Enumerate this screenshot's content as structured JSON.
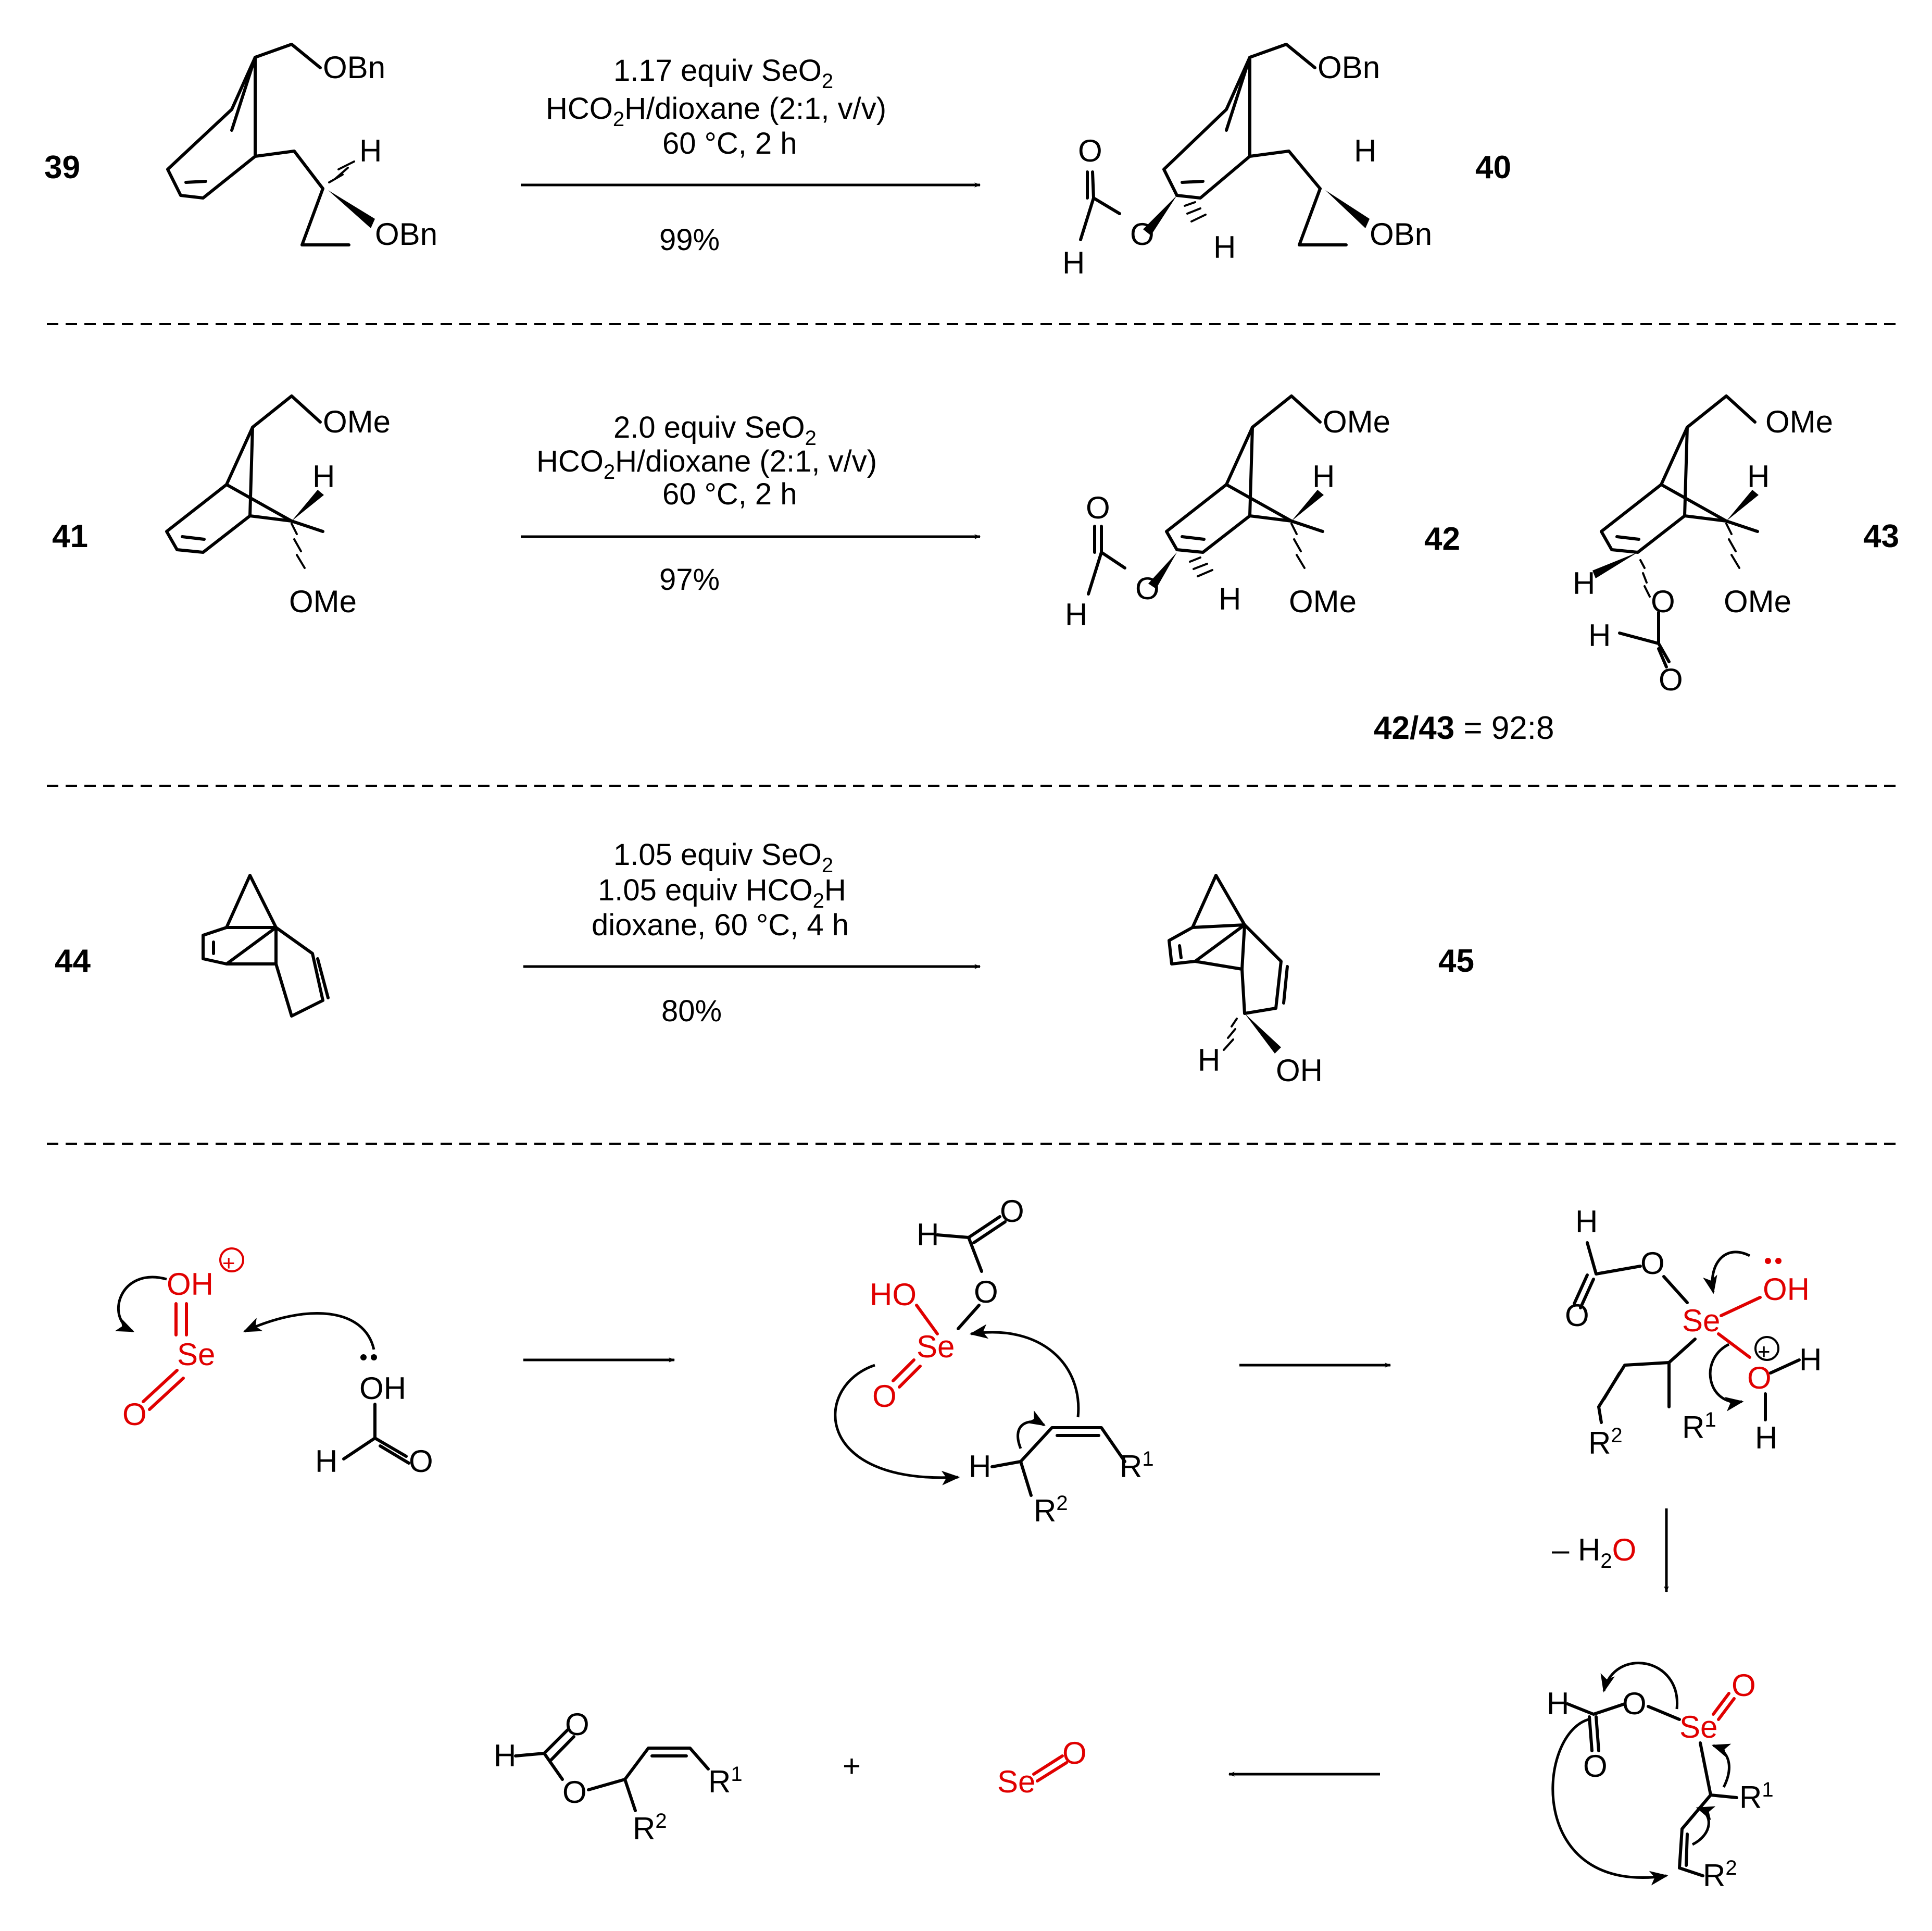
{
  "compounds": {
    "c39": "39",
    "c40": "40",
    "c41": "41",
    "c42": "42",
    "c43": "43",
    "c44": "44",
    "c45": "45"
  },
  "reaction1": {
    "line1_a": "1.17 equiv SeO",
    "line1_sub": "2",
    "line2_a": "HCO",
    "line2_sub": "2",
    "line2_b": "H/dioxane (2:1, v/v)",
    "line3": "60 °C, 2 h",
    "yield": "99%"
  },
  "reaction2": {
    "line1_a": "2.0 equiv SeO",
    "line1_sub": "2",
    "line2_a": "HCO",
    "line2_sub": "2",
    "line2_b": "H/dioxane (2:1, v/v)",
    "line3": "60 °C, 2 h",
    "yield": "97%",
    "ratio_label": "42/43",
    "ratio_value": " = 92:8"
  },
  "reaction3": {
    "line1_a": "1.05 equiv SeO",
    "line1_sub": "2",
    "line2_a": "1.05 equiv HCO",
    "line2_sub": "2",
    "line2_b": "H",
    "line3": "dioxane, 60 °C, 4 h",
    "yield": "80%"
  },
  "labels": {
    "obn": "OBn",
    "ome": "OMe",
    "h": "H",
    "o": "O",
    "oh": "OH",
    "se": "Se",
    "plus": "+",
    "r": "R",
    "sup1": "1",
    "sup2": "2",
    "ho": "HO",
    "minus_h": "– H",
    "h2o_sub": "2",
    "h2o_o": "O",
    "charge_plus": "+"
  },
  "colors": {
    "selenium": "#e00000",
    "ink": "#000000"
  }
}
